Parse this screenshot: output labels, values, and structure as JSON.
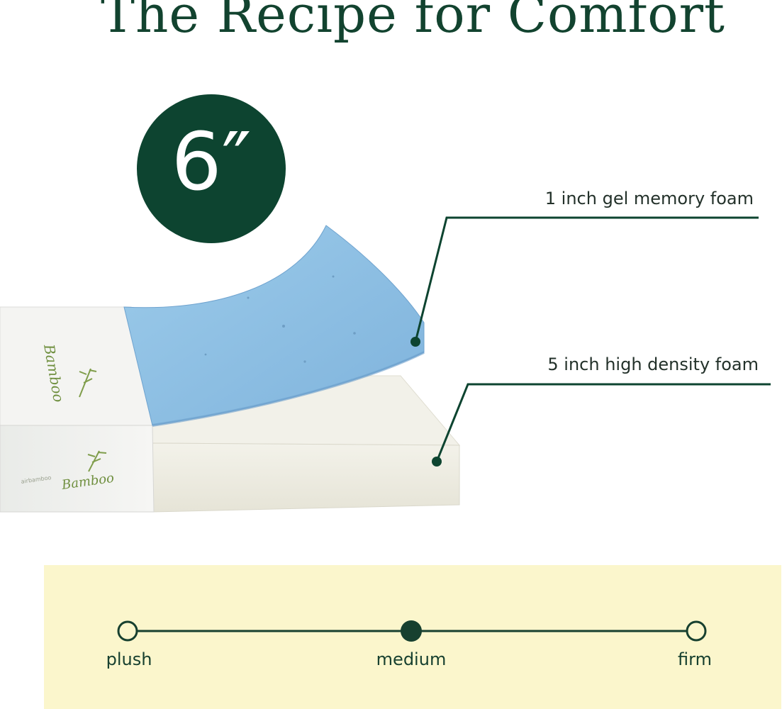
{
  "title": "The Recipe for Comfort",
  "badge": {
    "text": "6″"
  },
  "layers": {
    "top": {
      "label": "1 inch gel memory foam"
    },
    "bottom": {
      "label": "5 inch high density foam"
    }
  },
  "cover": {
    "brand": "Bamboo",
    "sub": "airbamboo"
  },
  "firmness": {
    "levels": [
      "plush",
      "medium",
      "firm"
    ],
    "selected": "medium"
  },
  "colors": {
    "brand_green": "#0d4430",
    "panel": "#fbf6cc",
    "gel_foam": "#8fc0e3",
    "hd_foam": "#efeee5"
  }
}
